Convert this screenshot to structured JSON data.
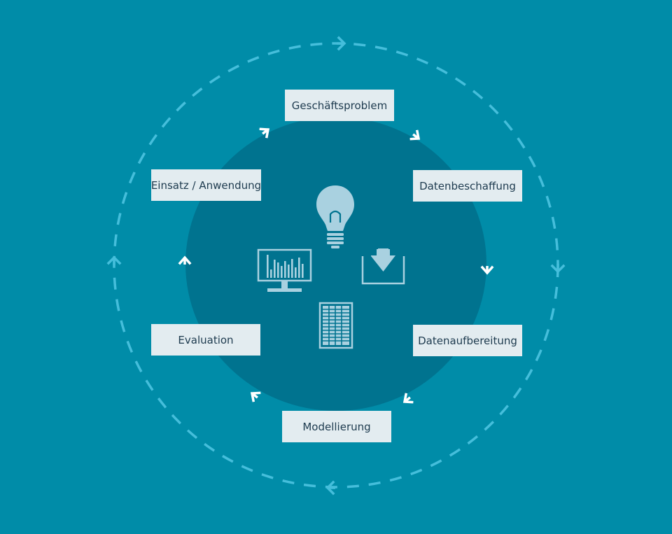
{
  "colors": {
    "background": "#008ca8",
    "inner_circle": "#00738f",
    "dashed_ring": "#45bedb",
    "arrow_white": "#ffffff",
    "icon": "#a9d1e0",
    "box_fill": "#e3ecf0",
    "box_text": "#1d3a4e"
  },
  "steps": [
    {
      "label": "Geschäftsproblem"
    },
    {
      "label": "Datenbeschaffung"
    },
    {
      "label": "Datenaufbereitung"
    },
    {
      "label": "Modellierung"
    },
    {
      "label": "Evaluation"
    },
    {
      "label": "Einsatz / Anwendung"
    }
  ],
  "icons": [
    {
      "name": "lightbulb-icon"
    },
    {
      "name": "monitor-chart-icon"
    },
    {
      "name": "download-tray-icon"
    },
    {
      "name": "spreadsheet-icon"
    }
  ]
}
